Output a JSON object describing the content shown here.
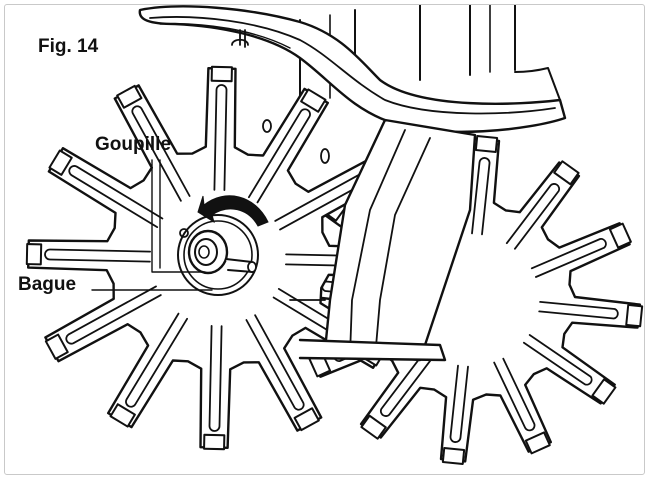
{
  "figure": {
    "title": "Fig. 14",
    "labels": {
      "pin": "Goupille",
      "ring": "Bague"
    }
  },
  "icons": [
    "tiller-tine-assembly",
    "rotation-arrow"
  ],
  "colors": {
    "line": "#111111",
    "background": "#ffffff",
    "frame": "#c9c9c9"
  }
}
